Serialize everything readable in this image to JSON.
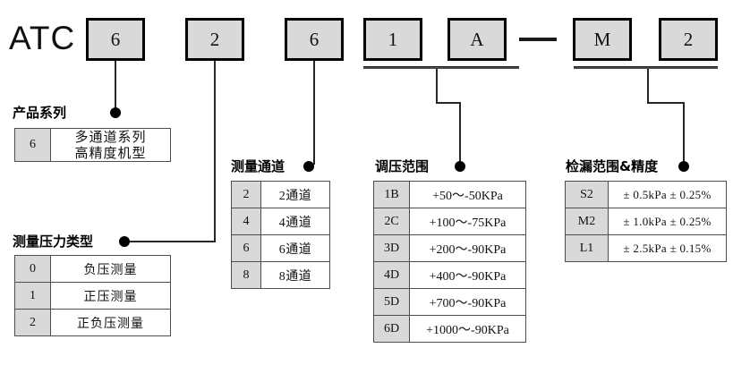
{
  "brand": "ATC",
  "code_boxes": [
    {
      "name": "series",
      "value": "6"
    },
    {
      "name": "pressure-type",
      "value": "2"
    },
    {
      "name": "channels",
      "value": "6"
    },
    {
      "name": "range-1",
      "value": "1"
    },
    {
      "name": "range-2",
      "value": "A"
    },
    {
      "name": "leak-1",
      "value": "M"
    },
    {
      "name": "leak-2",
      "value": "2"
    }
  ],
  "separator": "—",
  "groups": {
    "product_series": {
      "caption": "产品系列",
      "rows": [
        {
          "key": "6",
          "value_line1": "多通道系列",
          "value_line2": "高精度机型"
        }
      ]
    },
    "pressure_type": {
      "caption": "测量压力类型",
      "rows": [
        {
          "key": "0",
          "value": "负压测量"
        },
        {
          "key": "1",
          "value": "正压测量"
        },
        {
          "key": "2",
          "value": "正负压测量"
        }
      ]
    },
    "measure_channels": {
      "caption": "测量通道",
      "rows": [
        {
          "key": "2",
          "value": "2通道"
        },
        {
          "key": "4",
          "value": "4通道"
        },
        {
          "key": "6",
          "value": "6通道"
        },
        {
          "key": "8",
          "value": "8通道"
        }
      ]
    },
    "pressure_range": {
      "caption": "调压范围",
      "rows": [
        {
          "key": "1B",
          "value": "+50～-50KPa"
        },
        {
          "key": "2C",
          "value": "+100～-75KPa"
        },
        {
          "key": "3D",
          "value": "+200～-90KPa"
        },
        {
          "key": "4D",
          "value": "+400～-90KPa"
        },
        {
          "key": "5D",
          "value": "+700～-90KPa"
        },
        {
          "key": "6D",
          "value": "+1000～-90KPa"
        }
      ]
    },
    "leak_range": {
      "caption": "检漏范围&精度",
      "rows": [
        {
          "key": "S2",
          "value": "± 0.5kPa  ± 0.25%"
        },
        {
          "key": "M2",
          "value": "± 1.0kPa  ± 0.25%"
        },
        {
          "key": "L1",
          "value": "± 2.5kPa  ± 0.15%"
        }
      ]
    }
  },
  "colors": {
    "box_fill": "#d9d9d9",
    "box_border": "#000000",
    "table_border": "#4d4d4d",
    "key_fill": "#d9d9d9",
    "line": "#262626",
    "background": "#ffffff"
  }
}
